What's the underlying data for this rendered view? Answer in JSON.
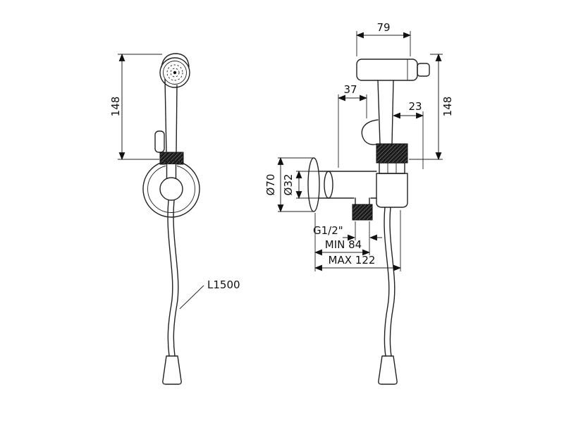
{
  "drawing": {
    "type": "technical-dimension-drawing",
    "subject": "bidet hand sprayer with angle valve and hose",
    "background_color": "#ffffff",
    "line_color": "#222222",
    "views": {
      "front": "front-view",
      "side": "side-view"
    },
    "dimensions": {
      "front_height": "148",
      "head_length": "79",
      "head_offset": "37",
      "handle_offset": "23",
      "side_height": "148",
      "flange_diameter": "Ø70",
      "inlet_diameter": "Ø32",
      "thread_size": "G1/2\"",
      "min_depth": "MIN 84",
      "max_depth": "MAX 122",
      "hose_length": "L1500"
    }
  }
}
